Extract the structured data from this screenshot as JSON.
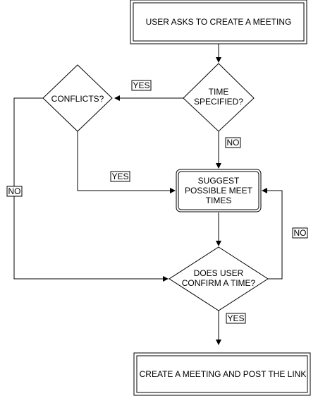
{
  "diagram": {
    "nodes": {
      "start": {
        "lines": [
          "USER ASKS TO CREATE A MEETING"
        ]
      },
      "time_specified": {
        "lines": [
          "TIME",
          "SPECIFIED?"
        ]
      },
      "conflicts": {
        "lines": [
          "CONFLICTS?"
        ]
      },
      "suggest": {
        "lines": [
          "SUGGEST",
          "POSSIBLE MEET",
          "TIMES"
        ]
      },
      "confirm": {
        "lines": [
          "DOES USER",
          "CONFIRM A TIME?"
        ]
      },
      "end": {
        "lines": [
          "CREATE A MEETING AND POST THE LINK"
        ]
      }
    },
    "edge_labels": {
      "time_yes": "YES",
      "time_no": "NO",
      "conflicts_yes": "YES",
      "conflicts_no": "NO",
      "confirm_no": "NO",
      "confirm_yes": "YES"
    }
  }
}
